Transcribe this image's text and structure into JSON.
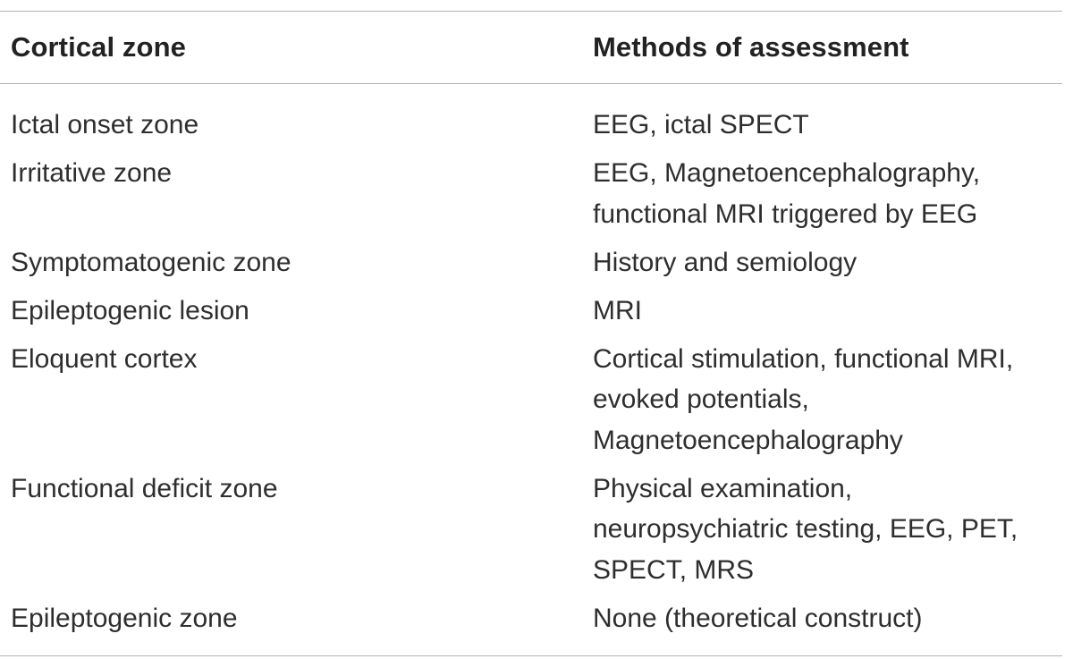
{
  "table": {
    "headers": [
      "Cortical zone",
      "Methods of assessment"
    ],
    "rows": [
      {
        "zone": "Ictal onset zone",
        "methods": [
          "EEG, ictal SPECT"
        ]
      },
      {
        "zone": "Irritative zone",
        "methods": [
          "EEG, Magnetoencephalography,",
          "functional MRI triggered by EEG"
        ]
      },
      {
        "zone": "Symptomatogenic zone",
        "methods": [
          "History and semiology"
        ]
      },
      {
        "zone": "Epileptogenic lesion",
        "methods": [
          "MRI"
        ]
      },
      {
        "zone": "Eloquent cortex",
        "methods": [
          "Cortical stimulation, functional MRI,",
          "evoked potentials,",
          "Magnetoencephalography"
        ]
      },
      {
        "zone": "Functional deficit zone",
        "methods": [
          "Physical examination,",
          "neuropsychiatric testing, EEG, PET,",
          "SPECT, MRS"
        ]
      },
      {
        "zone": "Epileptogenic zone",
        "methods": [
          "None (theoretical construct)"
        ]
      }
    ]
  }
}
